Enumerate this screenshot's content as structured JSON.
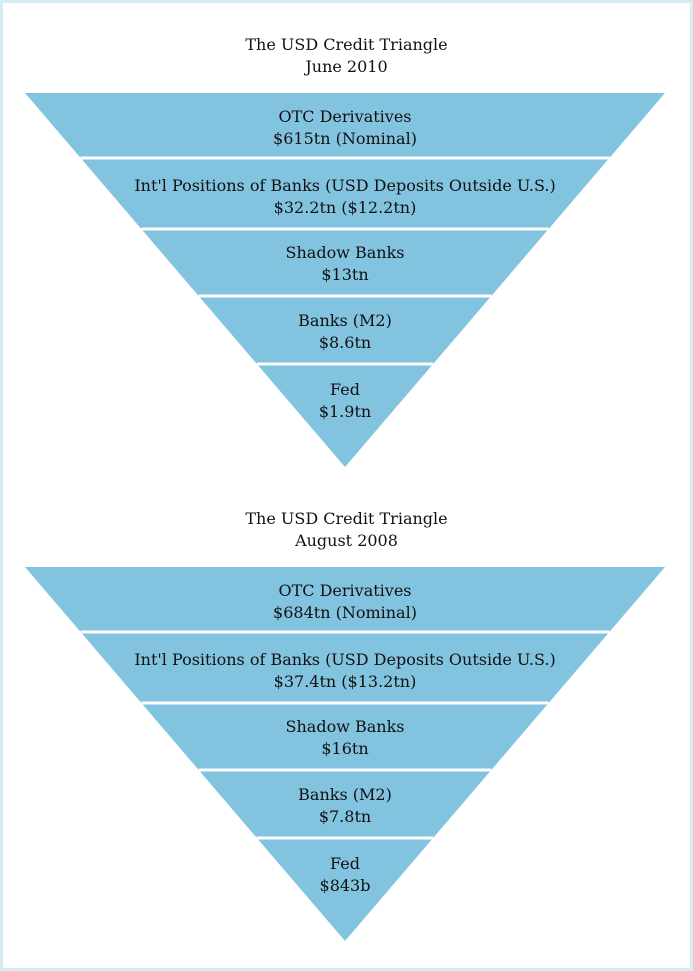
{
  "diagrams": [
    {
      "title": "The USD Credit Triangle",
      "subtitle": "June 2010",
      "tiers": [
        {
          "label": "OTC Derivatives",
          "value": "$615tn (Nominal)"
        },
        {
          "label": "Int'l Positions of Banks (USD Deposits Outside U.S.)",
          "value": "$32.2tn ($12.2tn)"
        },
        {
          "label": "Shadow Banks",
          "value": "$13tn"
        },
        {
          "label": "Banks (M2)",
          "value": "$8.6tn"
        },
        {
          "label": "Fed",
          "value": "$1.9tn"
        }
      ]
    },
    {
      "title": "The USD Credit Triangle",
      "subtitle": "August 2008",
      "tiers": [
        {
          "label": "OTC Derivatives",
          "value": "$684tn (Nominal)"
        },
        {
          "label": "Int'l Positions of Banks (USD Deposits Outside U.S.)",
          "value": "$37.4tn ($13.2tn)"
        },
        {
          "label": "Shadow Banks",
          "value": "$16tn"
        },
        {
          "label": "Banks (M2)",
          "value": "$7.8tn"
        },
        {
          "label": "Fed",
          "value": "$843b"
        }
      ]
    }
  ],
  "colors": {
    "fill": "#82c4e0",
    "separator": "#ffffff",
    "page_border": "#d6ecf3"
  }
}
